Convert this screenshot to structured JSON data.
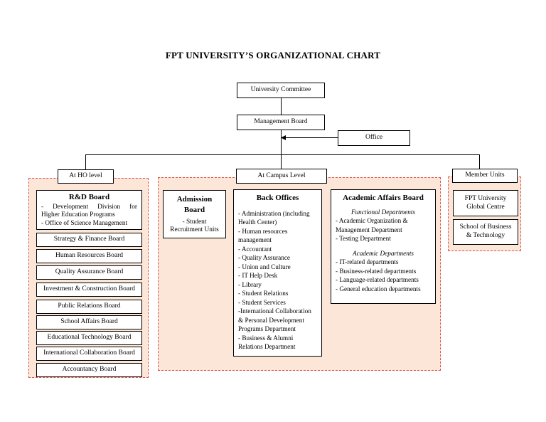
{
  "title": "FPT UNIVERSITY’S ORGANIZATIONAL CHART",
  "university_committee": "University Committee",
  "management_board": "Management Board",
  "office": "Office",
  "ho": {
    "label": "At HO level",
    "rd_board": {
      "title": "R&D Board",
      "items": [
        "- Development Division for",
        "Higher Education Programs",
        "- Office of Science Management"
      ]
    },
    "boards": [
      "Strategy & Finance Board",
      "Human Resources Board",
      "Quality Assurance Board",
      "Investment & Construction Board",
      "Public Relations Board",
      "School Affairs Board",
      "Educational Technology Board",
      "International Collaboration Board",
      "Accountancy Board"
    ]
  },
  "campus": {
    "label": "At Campus Level",
    "admission": {
      "title_line1": "Admission",
      "title_line2": "Board",
      "item_line1": "- Student",
      "item_line2": "Recruitment Units"
    },
    "back_offices": {
      "title": "Back Offices",
      "lines": [
        "- Administration (including",
        "Health Center)",
        "- Human resources",
        "management",
        "- Accountant",
        "- Quality Assurance",
        "- Union and Culture",
        "- IT Help Desk",
        "- Library",
        "- Student Relations",
        "- Student Services",
        "-International Collaboration",
        "& Personal Development",
        "Programs Department",
        "- Business & Alumni",
        "Relations Department"
      ]
    },
    "academic": {
      "title": "Academic Affairs Board",
      "functional_heading": "Functional Departments",
      "functional": [
        "- Academic Organization &",
        "Management Department",
        "- Testing Department"
      ],
      "academic_heading": "Academic Departments",
      "academic": [
        "- IT-related departments",
        "- Business-related departments",
        "- Language-related departments",
        "- General education departments"
      ]
    }
  },
  "members": {
    "label": "Member Units",
    "units": [
      {
        "line1": "FPT University",
        "line2": "Global Centre"
      },
      {
        "line1": "School of Business",
        "line2": "& Technology"
      }
    ]
  }
}
